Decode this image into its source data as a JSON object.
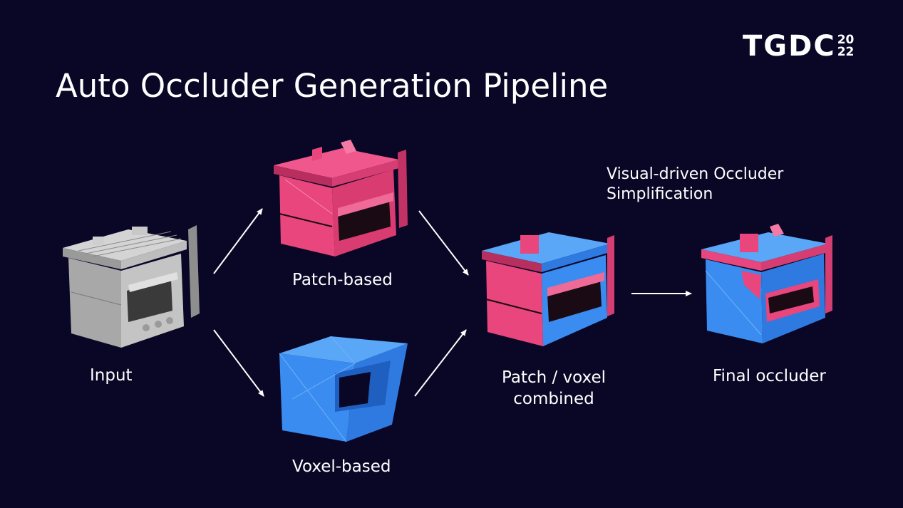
{
  "logo": {
    "main": "TGDC",
    "year_top": "20",
    "year_bottom": "22"
  },
  "title": "Auto Occluder Generation Pipeline",
  "note": "Visual-driven Occluder Simplification",
  "labels": {
    "input": "Input",
    "patch": "Patch-based",
    "voxel": "Voxel-based",
    "combined_line1": "Patch / voxel",
    "combined_line2": "combined",
    "final": "Final occluder"
  },
  "colors": {
    "background": "#0a0626",
    "patch_pink": "#e8467c",
    "voxel_blue": "#3b8cf0",
    "input_gray": "#b8b8b8",
    "arrow": "#ffffff"
  }
}
